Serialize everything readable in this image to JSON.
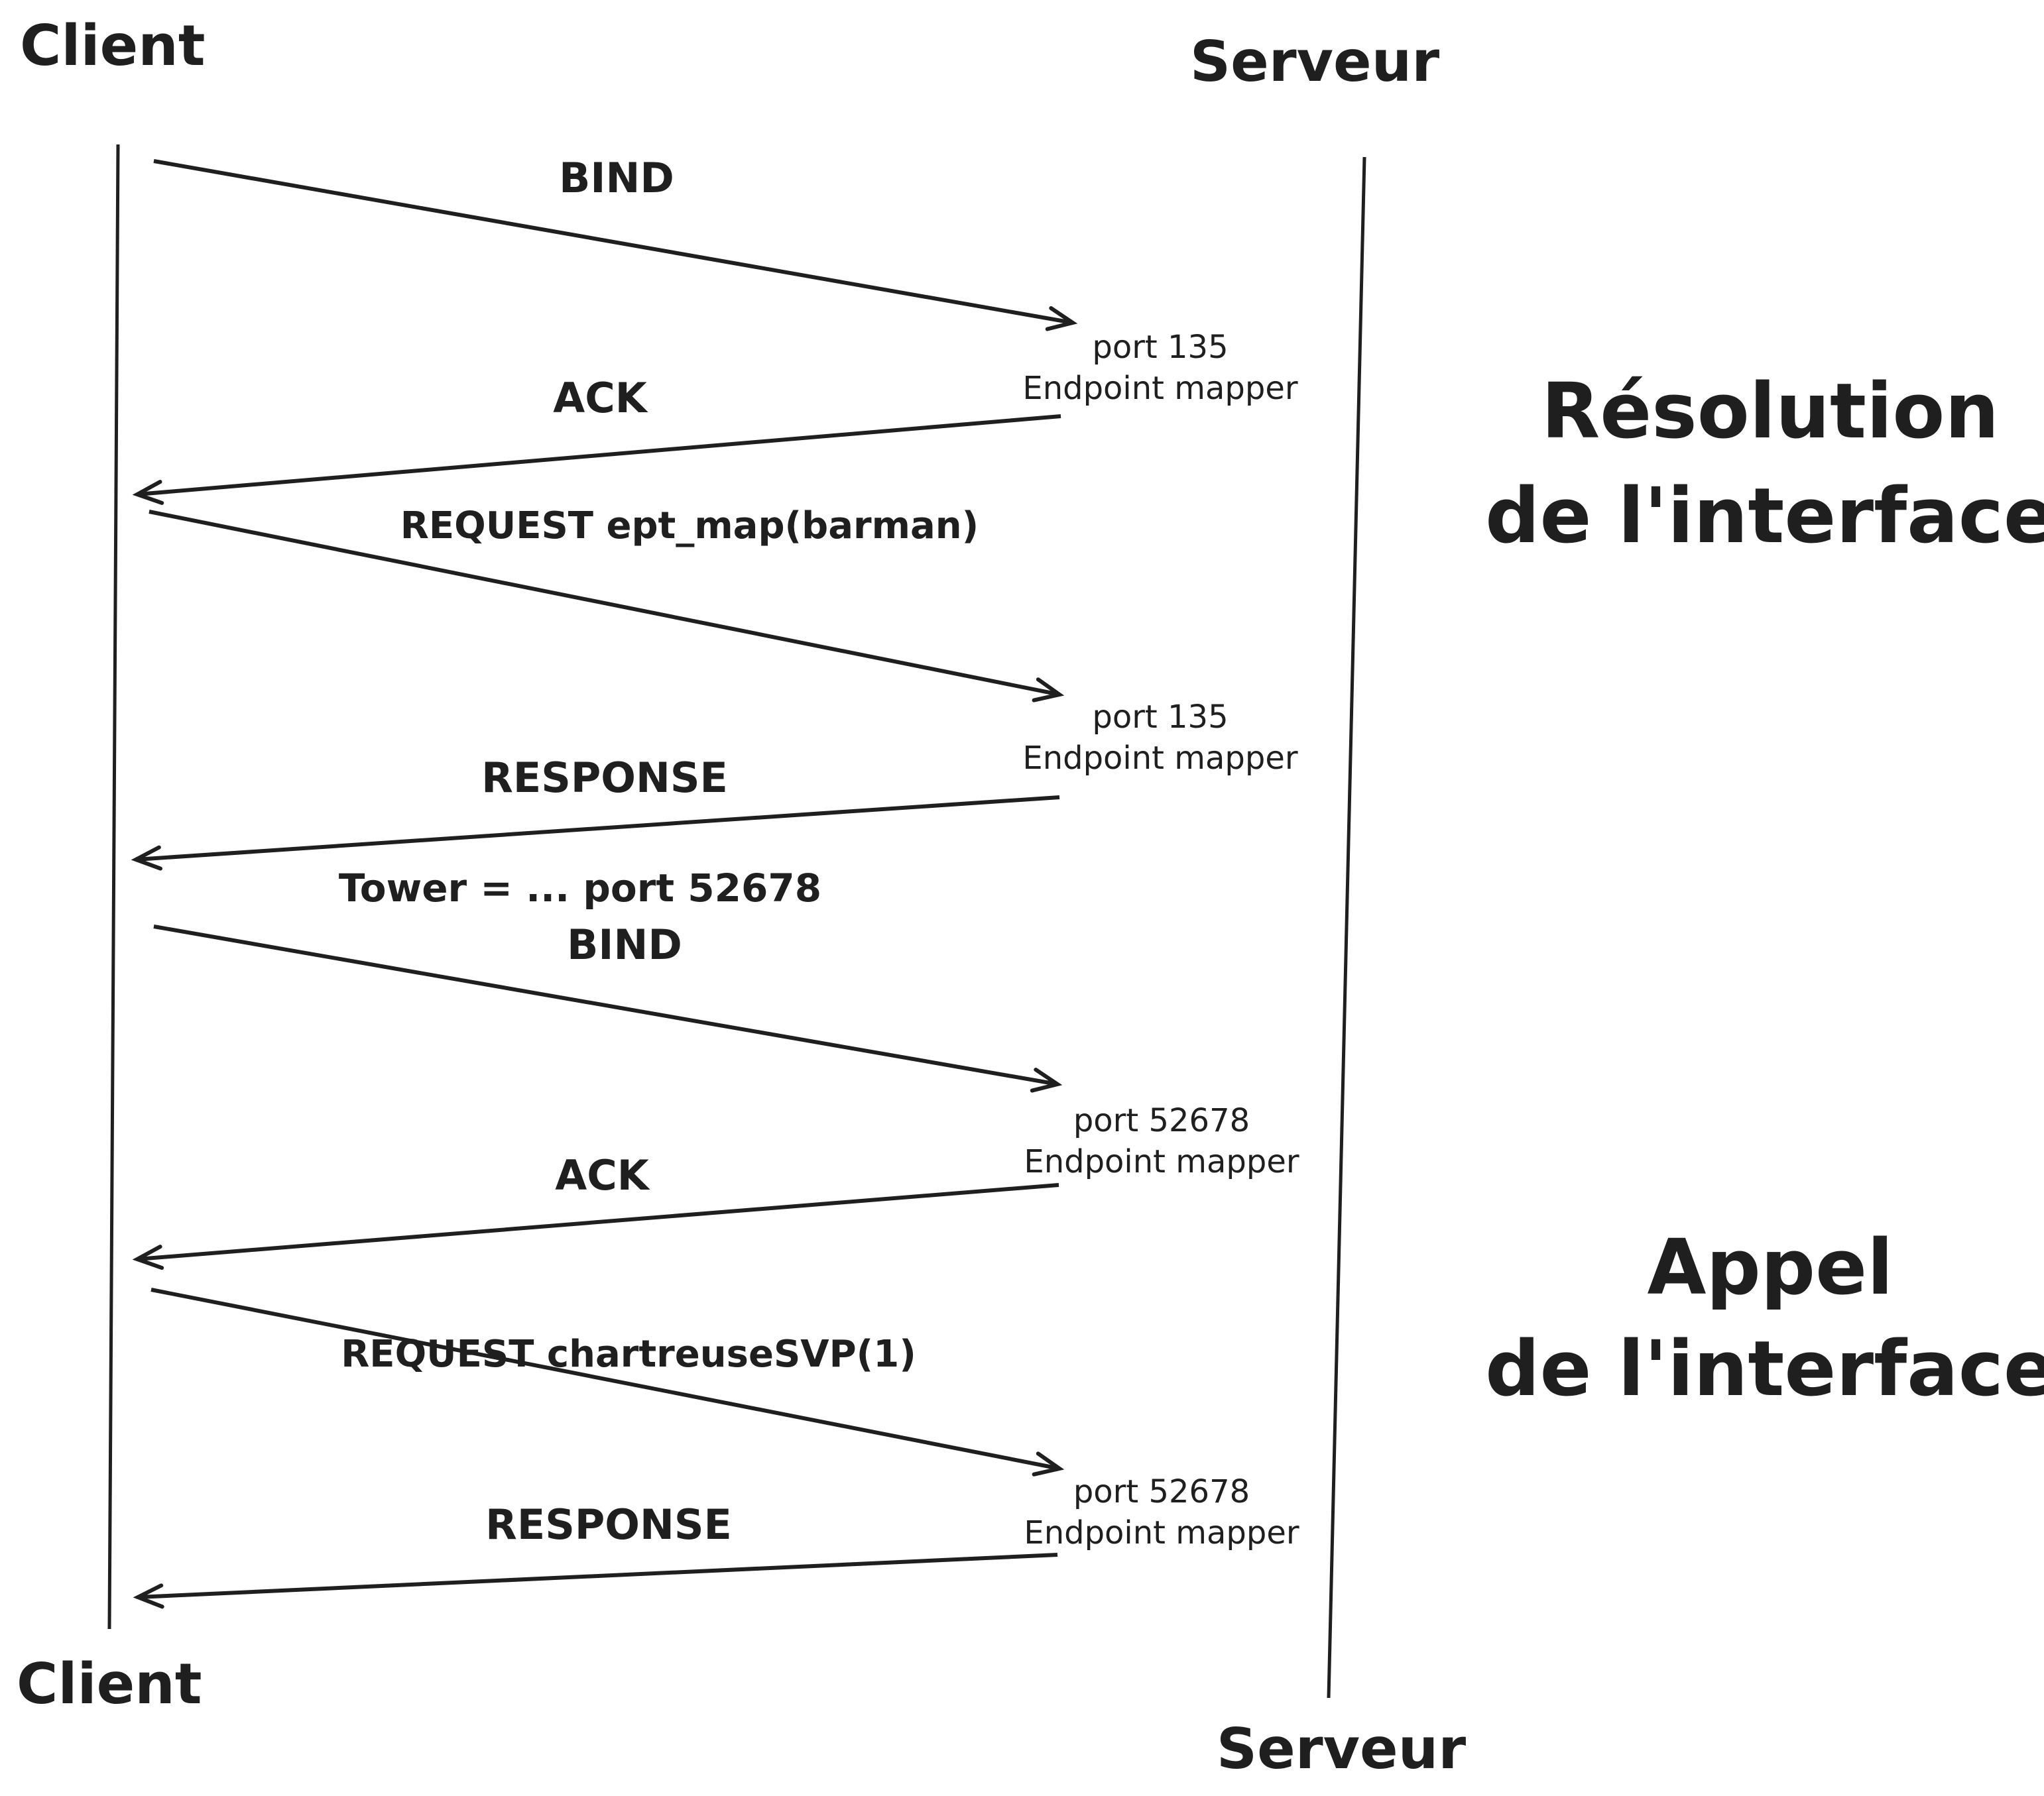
{
  "colors": {
    "ink": "#1f1f1f",
    "background": "#ffffff"
  },
  "client": {
    "top_label": "Client",
    "bottom_label": "Client"
  },
  "server": {
    "top_label": "Serveur",
    "bottom_label": "Serveur"
  },
  "messages": [
    {
      "label": "BIND",
      "direction": "client-to-server"
    },
    {
      "label": "ACK",
      "direction": "server-to-client"
    },
    {
      "label": "REQUEST ept_map(barman)",
      "direction": "client-to-server"
    },
    {
      "label": "RESPONSE",
      "direction": "server-to-client",
      "sub_label": "Tower = ... port 52678"
    },
    {
      "label": "BIND",
      "direction": "client-to-server"
    },
    {
      "label": "ACK",
      "direction": "server-to-client"
    },
    {
      "label": "REQUEST chartreuseSVP(1)",
      "direction": "client-to-server"
    },
    {
      "label": "RESPONSE",
      "direction": "server-to-client"
    }
  ],
  "annotations": [
    {
      "line1": "port 135",
      "line2": "Endpoint mapper"
    },
    {
      "line1": "port 135",
      "line2": "Endpoint mapper"
    },
    {
      "line1": "port 52678",
      "line2": "Endpoint mapper"
    },
    {
      "line1": "port 52678",
      "line2": "Endpoint mapper"
    }
  ],
  "phases": [
    {
      "line1": "Résolution",
      "line2": "de l'interface"
    },
    {
      "line1": "Appel",
      "line2": "de l'interface"
    }
  ]
}
